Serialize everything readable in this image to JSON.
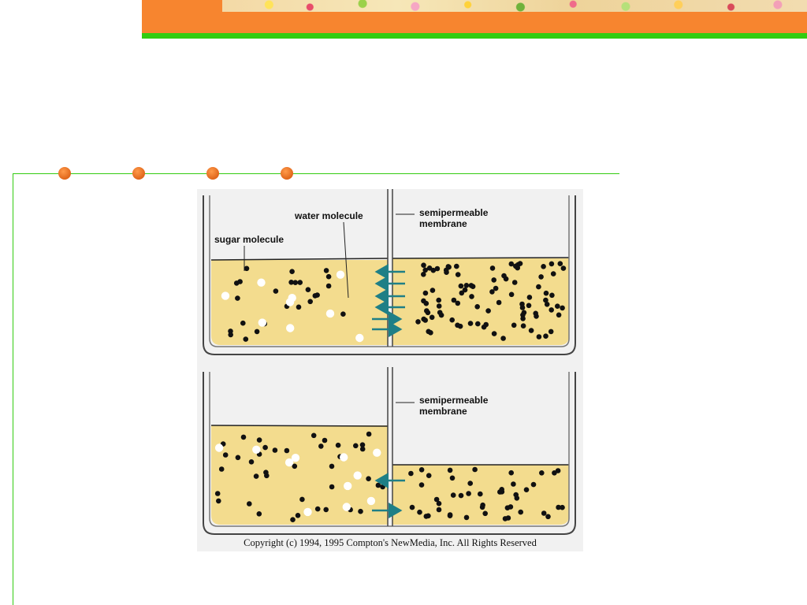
{
  "figure": {
    "top_diagram": {
      "label_water": "water molecule",
      "label_sugar": "sugar molecule",
      "label_membrane_line1": "semipermeable",
      "label_membrane_line2": "membrane"
    },
    "bottom_diagram": {
      "label_membrane_line1": "semipermeable",
      "label_membrane_line2": "membrane"
    },
    "caption": "Copyright (c) 1994, 1995 Compton's NewMedia, Inc. All Rights Reserved"
  },
  "colors": {
    "accent_orange": "#f7852f",
    "accent_green": "#33cc11",
    "solution_fill": "#f3dc8e",
    "arrow": "#1f7f86"
  }
}
